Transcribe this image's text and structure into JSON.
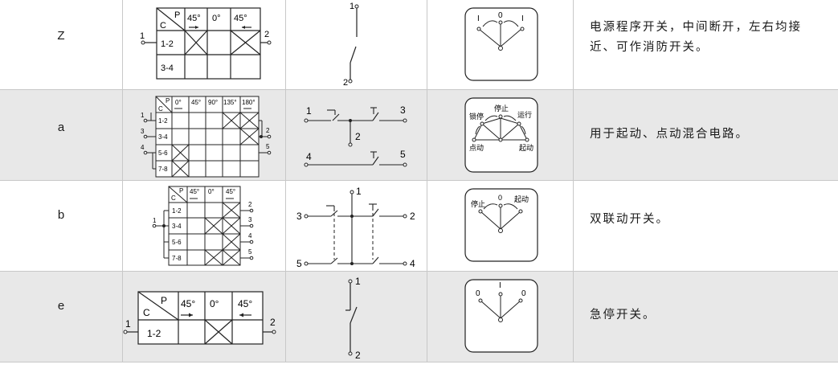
{
  "rows": [
    {
      "code": "Z",
      "desc": "电源程序开关，中间断开，左右均接近、可作消防开关。",
      "table": {
        "c": "C",
        "p": "P",
        "angles": [
          "45°",
          "0°",
          "45°"
        ],
        "contacts": [
          "1-2",
          "3-4"
        ],
        "left_terminal": "1",
        "right_terminal": "2"
      },
      "circuit": {
        "top": "1",
        "bottom": "2"
      },
      "selector": {
        "left": "I",
        "center": "0",
        "right": "I"
      }
    },
    {
      "code": "a",
      "desc": "用于起动、点动混合电路。",
      "table": {
        "c": "C",
        "p": "P",
        "angles": [
          "0°",
          "45°",
          "90°",
          "135°",
          "180°"
        ],
        "contacts": [
          "1-2",
          "3-4",
          "5-6",
          "7-8"
        ],
        "left_terminals": [
          "1",
          "3",
          "4"
        ],
        "right_terminals": [
          "2",
          "5"
        ]
      },
      "circuit": {
        "t1": "1",
        "t2": "2",
        "t3": "3",
        "t4": "4",
        "t5": "5"
      },
      "selector": {
        "lock": "锁停",
        "stop": "停止",
        "run": "运行",
        "jog": "点动",
        "start": "起动"
      }
    },
    {
      "code": "b",
      "desc": "双联动开关。",
      "table": {
        "c": "C",
        "p": "P",
        "angles": [
          "45°",
          "0°",
          "45°"
        ],
        "contacts": [
          "1-2",
          "3-4",
          "5-6",
          "7-8"
        ],
        "left_terminal": "1",
        "right_terminals": [
          "2",
          "3",
          "4",
          "5"
        ]
      },
      "circuit": {
        "t1": "1",
        "t2": "2",
        "t3": "3",
        "t4": "4",
        "t5": "5"
      },
      "selector": {
        "stop": "停止",
        "center": "0",
        "start": "起动"
      }
    },
    {
      "code": "e",
      "desc": "急停开关。",
      "table": {
        "c": "C",
        "p": "P",
        "angles": [
          "45°",
          "0°",
          "45°"
        ],
        "contacts": [
          "1-2"
        ],
        "left_terminal": "1",
        "right_terminal": "2"
      },
      "circuit": {
        "top": "1",
        "bottom": "2"
      },
      "selector": {
        "left": "0",
        "center": "I",
        "right": "0"
      }
    }
  ]
}
